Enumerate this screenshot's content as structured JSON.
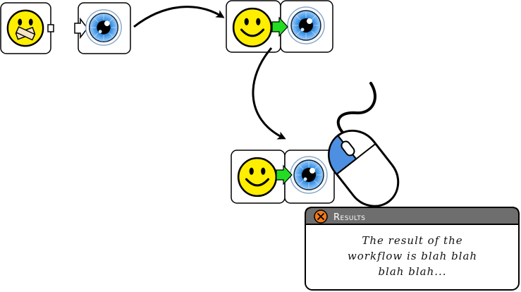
{
  "results_panel": {
    "title": "Results",
    "body_lines": [
      "The result of the",
      "workflow is blah blah",
      "blah blah..."
    ],
    "close_icon": "close-icon"
  },
  "nodes": [
    {
      "name": "muted-smiley-node",
      "icons": [
        "muted-smiley-icon"
      ]
    },
    {
      "name": "eye-node",
      "icons": [
        "eye-icon"
      ]
    },
    {
      "name": "connected-smiley-eye-pair",
      "icons": [
        "smiley-icon",
        "eye-icon"
      ]
    },
    {
      "name": "clicked-smiley-eye-pair",
      "icons": [
        "smiley-icon",
        "eye-icon"
      ]
    }
  ],
  "pointer": "computer-mouse-icon",
  "colors": {
    "smiley_yellow": "#ffee00",
    "iris_blue": "#3a8fe0",
    "link_green": "#22dd22",
    "mouse_button_blue": "#4d8fe0",
    "panel_header": "#6e6e6e",
    "close_orange": "#f07a1a"
  }
}
